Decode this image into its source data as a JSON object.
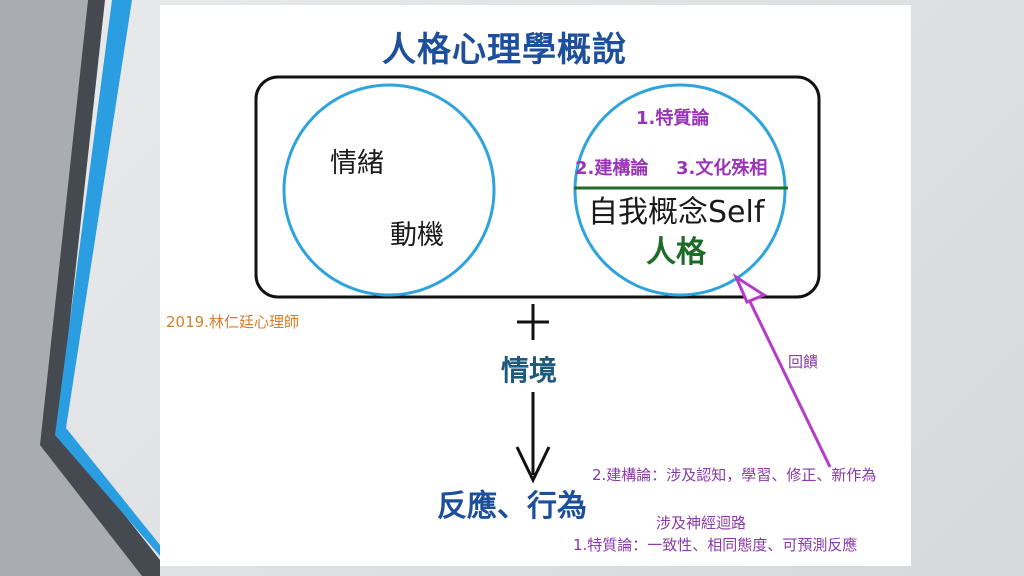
{
  "title": "人格心理學概說",
  "left_circle": {
    "emotion": "情緒",
    "motivation": "動機"
  },
  "right_circle": {
    "theory1": "1.特質論",
    "theory2": "2.建構論",
    "theory3": "3.文化殊相",
    "self_concept": "自我概念Self",
    "personality": "人格"
  },
  "author": "2019.林仁廷心理師",
  "plus_sign": "+",
  "situation": "情境",
  "reaction": "反應、行為",
  "feedback": "回饋",
  "notes": {
    "construct": "2.建構論：涉及認知，學習、修正、新作為",
    "neural": "涉及神經迴路",
    "trait": "1.特質論：一致性、相同態度、可預測反應"
  },
  "colors": {
    "title_blue": "#1e4f9a",
    "circle_blue": "#2ea3dc",
    "purple": "#9a35b8",
    "green": "#1f6b2a",
    "orange": "#d3802f"
  }
}
